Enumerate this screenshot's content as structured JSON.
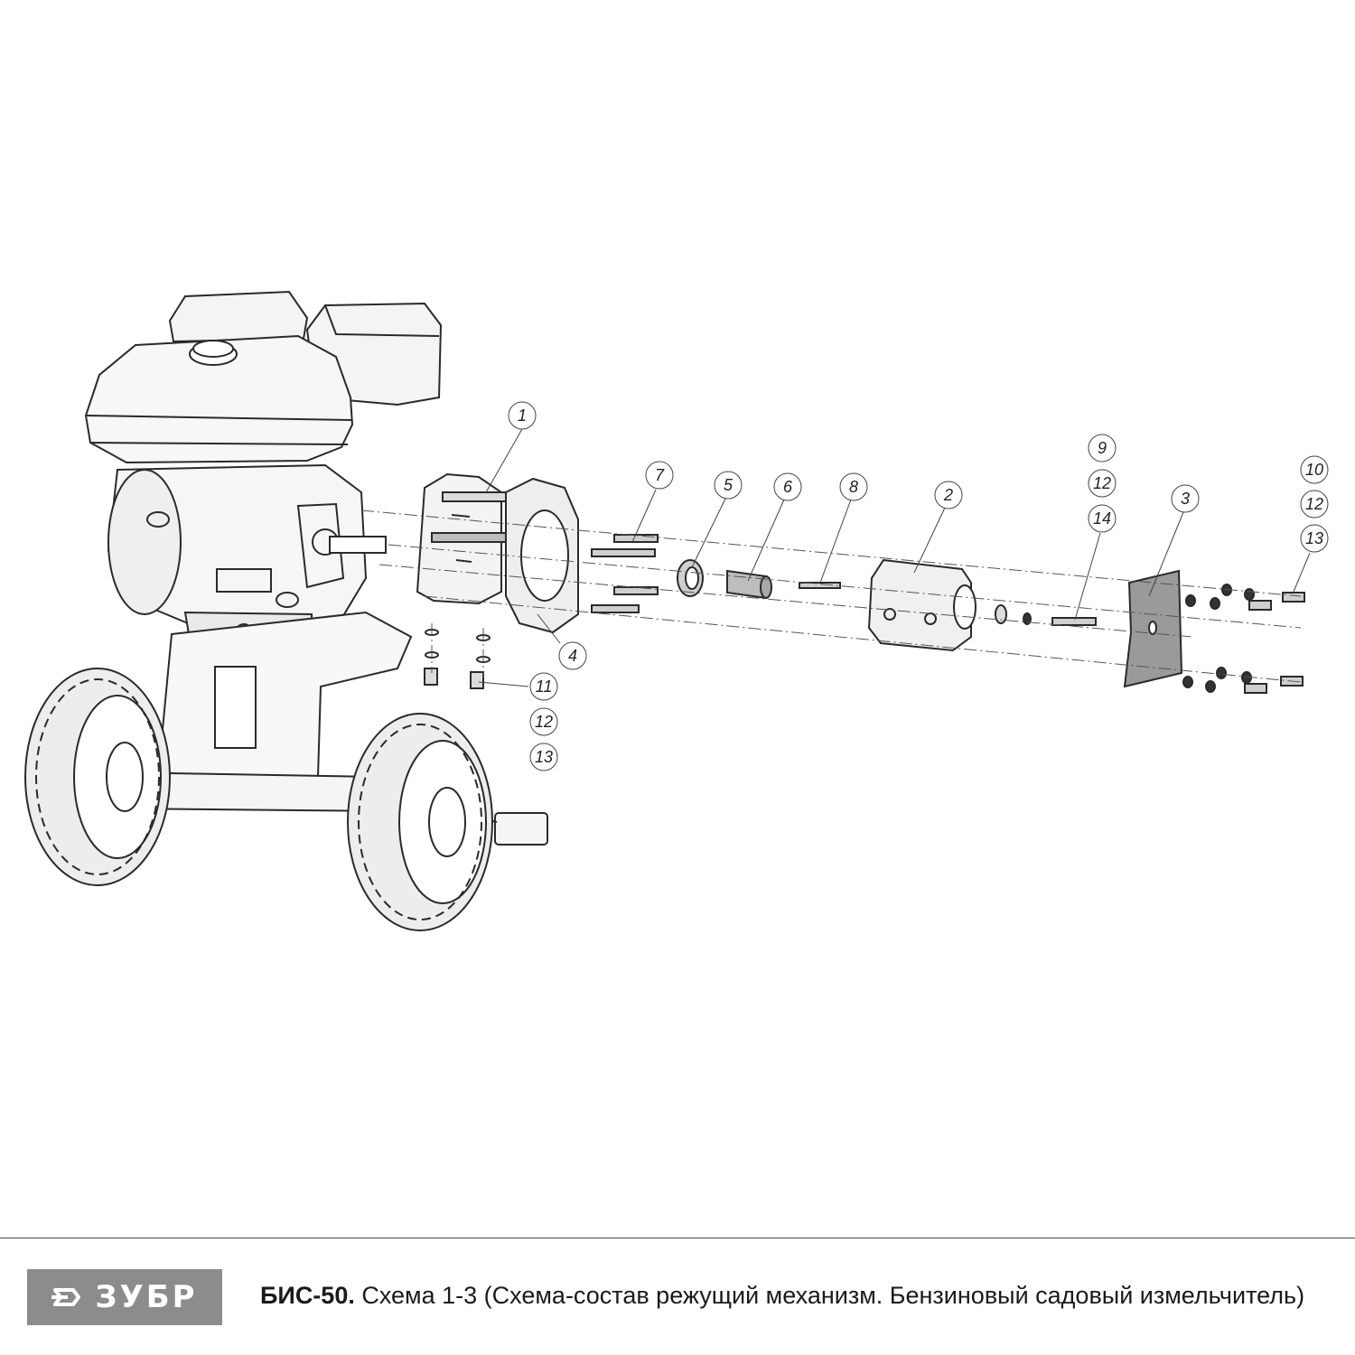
{
  "brand": {
    "logo_text": "ЗУБР"
  },
  "caption": {
    "model": "БИС-50.",
    "text": " Схема 1-3 (Схема-состав режущий механизм. Бензиновый садовый измельчитель)"
  },
  "callouts": [
    "1",
    "7",
    "5",
    "6",
    "8",
    "2",
    "9",
    "12",
    "14",
    "3",
    "10",
    "12",
    "13",
    "4",
    "11",
    "12",
    "13"
  ]
}
